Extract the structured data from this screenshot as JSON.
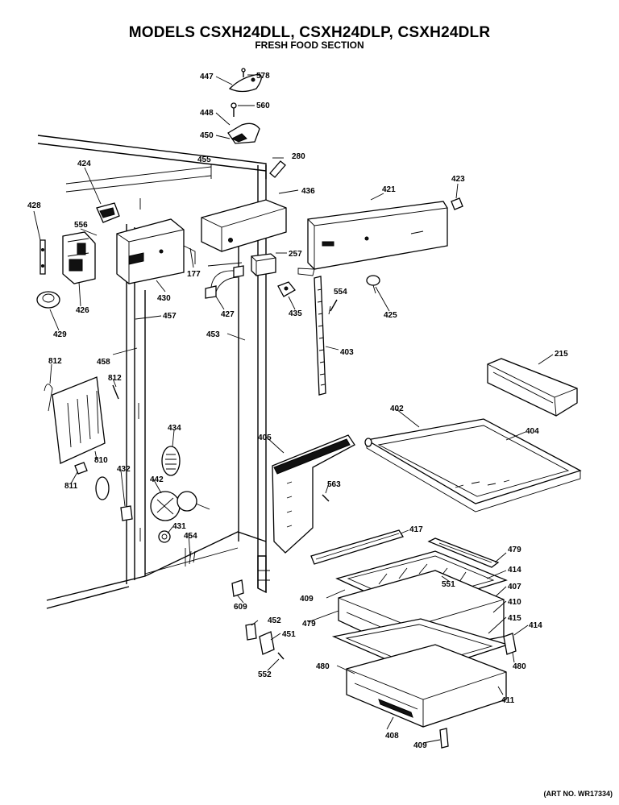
{
  "header": {
    "title": "MODELS CSXH24DLL, CSXH24DLP, CSXH24DLR",
    "subtitle": "FRESH FOOD SECTION"
  },
  "footer": {
    "art_no": "(ART NO. WR17334)"
  },
  "parts": {
    "p447": "447",
    "p578": "578",
    "p448": "448",
    "p560": "560",
    "p450": "450",
    "p280": "280",
    "p455": "455",
    "p424": "424",
    "p436": "436",
    "p421": "421",
    "p423": "423",
    "p428": "428",
    "p556": "556",
    "p257": "257",
    "p177": "177",
    "p430": "430",
    "p427": "427",
    "p554": "554",
    "p426": "426",
    "p435": "435",
    "p425": "425",
    "p457": "457",
    "p429": "429",
    "p453": "453",
    "p403": "403",
    "p215": "215",
    "p812a": "812",
    "p458": "458",
    "p812b": "812",
    "p402": "402",
    "p404": "404",
    "p434": "434",
    "p405": "405",
    "p810": "810",
    "p563": "563",
    "p432": "432",
    "p811": "811",
    "p442": "442",
    "p417": "417",
    "p431": "431",
    "p454": "454",
    "p479a": "479",
    "p414a": "414",
    "p551": "551",
    "p409a": "409",
    "p407": "407",
    "p609": "609",
    "p479b": "479",
    "p410": "410",
    "p452": "452",
    "p415": "415",
    "p414b": "414",
    "p451": "451",
    "p480a": "480",
    "p480b": "480",
    "p552": "552",
    "p411": "411",
    "p408": "408",
    "p409b": "409"
  }
}
